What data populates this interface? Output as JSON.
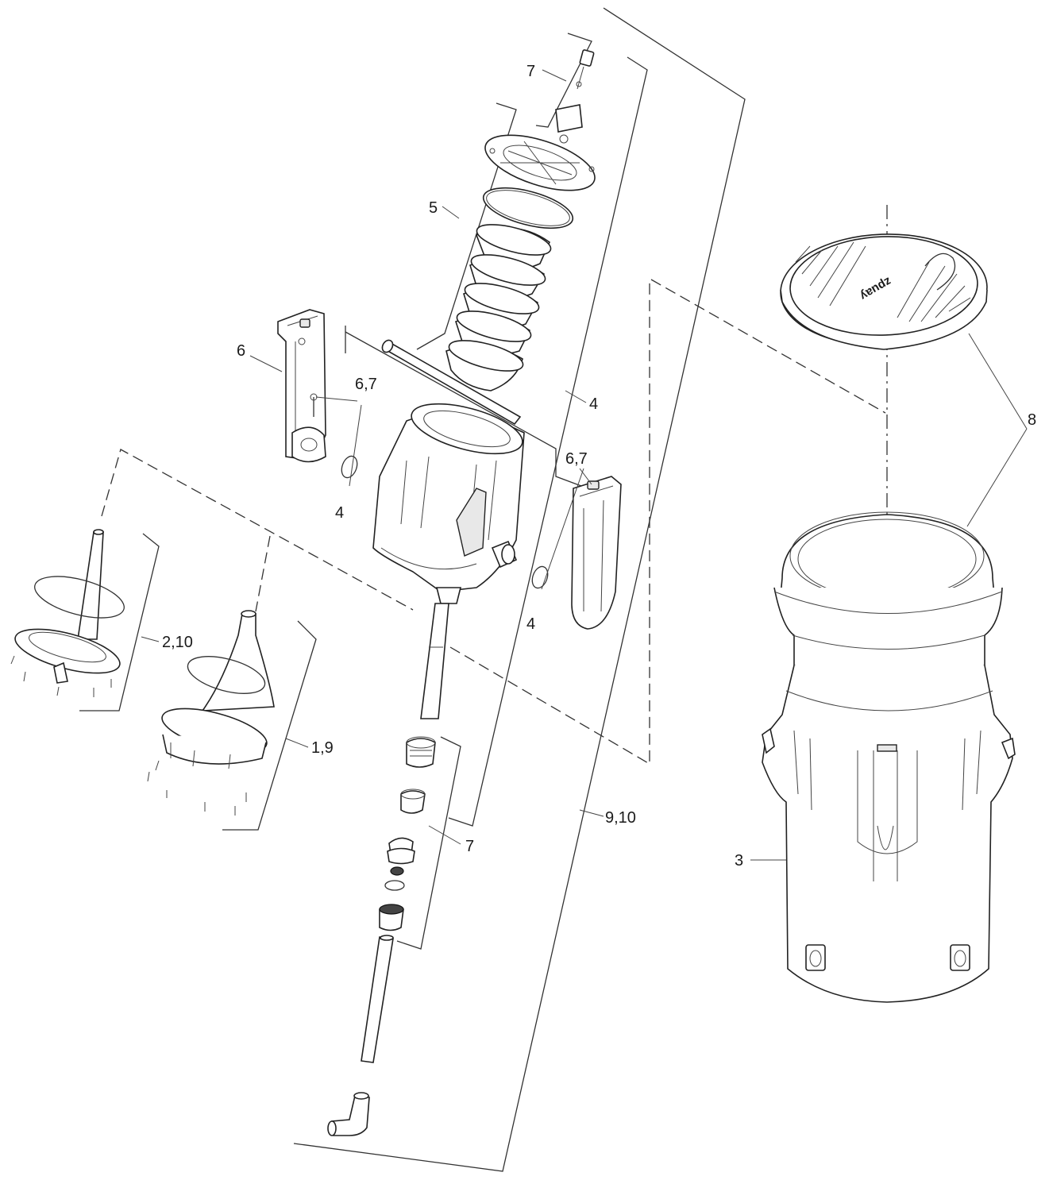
{
  "callouts": {
    "c7_top": "7",
    "c5": "5",
    "c6": "6",
    "c67_left": "6,7",
    "c4_left": "4",
    "c4_mid": "4",
    "c67_right": "6,7",
    "c4_right": "4",
    "c8": "8",
    "c210": "2,10",
    "c19": "1,9",
    "c7_bottom": "7",
    "c910": "9,10",
    "c3": "3"
  },
  "grate_logo": "zpuay",
  "colors": {
    "line": "#333333",
    "fill": "#ffffff",
    "shade": "#e8e8e8"
  }
}
